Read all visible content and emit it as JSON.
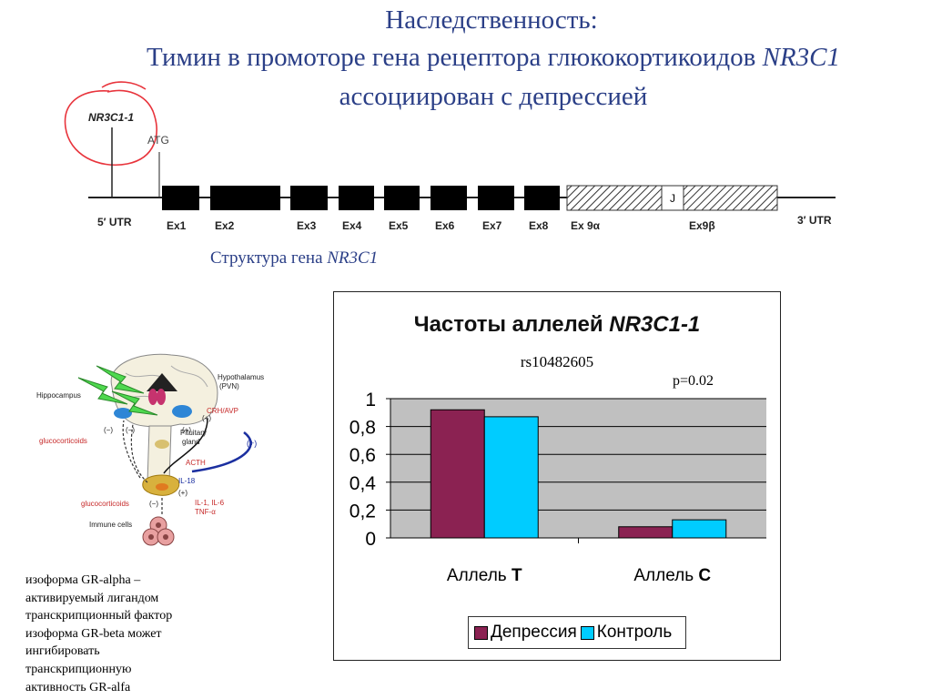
{
  "title": {
    "line1": "Наследственность:",
    "line2_prefix": "Тимин в промоторе гена рецептора глюкокортикоидов ",
    "line2_gene": "NR3C1",
    "line3": "ассоциирован с депрессией"
  },
  "gene_structure": {
    "promoter_label": "NR3C1-1",
    "atg_label": "ATG",
    "utr5": "5′ UTR",
    "utr3": "3′ UTR",
    "exons": [
      "Ex1",
      "Ex2",
      "Ex3",
      "Ex4",
      "Ex5",
      "Ex6",
      "Ex7",
      "Ex8"
    ],
    "ex9a": "Ex 9α",
    "ex9b": "Ex9β",
    "j_label": "J",
    "caption_prefix": "Структура гена ",
    "caption_gene": "NR3C1"
  },
  "diagram": {
    "hypothalamus": "Hypothalamus",
    "pvn": "(PVN)",
    "hippocampus": "Hippocampus",
    "crh": "CRH/AVP",
    "plus_arrow": "(+)",
    "pituitary1": "Pituitary",
    "pituitary2": "gland",
    "glucocorticoids_top": "glucocorticoids",
    "acth": "ACTH",
    "il18": "IL-18",
    "glucocorticoids_bottom": "glucocorticoids",
    "cytokines1": "IL-1, IL-6",
    "cytokines2": "TNF-α",
    "immune": "Immune cells",
    "minus1": "(−)",
    "minus2": "(−)",
    "plus1": "(+)",
    "plus2": "(+)",
    "plus3": "(+)",
    "minus3": "(−)"
  },
  "description": [
    "изоформа GR-alpha –",
    "активируемый лигандом",
    "транскрипционный фактор",
    "изоформа GR-beta может",
    "ингибировать",
    "транскрипционную",
    "активность GR-alfa"
  ],
  "chart_data": {
    "type": "bar",
    "title_prefix": "Частоты аллелей ",
    "title_gene": "NR3C1-1",
    "subtitle": "rs10482605",
    "annotation": "p=0.02",
    "categories": [
      {
        "prefix": "Аллель ",
        "bold": "T"
      },
      {
        "prefix": "Аллель ",
        "bold": "C"
      }
    ],
    "series": [
      {
        "name": "Депрессия",
        "values": [
          0.92,
          0.08
        ],
        "color": "#8b2252"
      },
      {
        "name": "Контроль",
        "values": [
          0.87,
          0.13
        ],
        "color": "#00ccff"
      }
    ],
    "ylim": [
      0,
      1
    ],
    "yticks": [
      "0",
      "0,2",
      "0,4",
      "0,6",
      "0,8",
      "1"
    ],
    "ytick_values": [
      0,
      0.2,
      0.4,
      0.6,
      0.8,
      1
    ],
    "grid": true,
    "plot_background": "#c0c0c0",
    "legend_position": "bottom"
  }
}
